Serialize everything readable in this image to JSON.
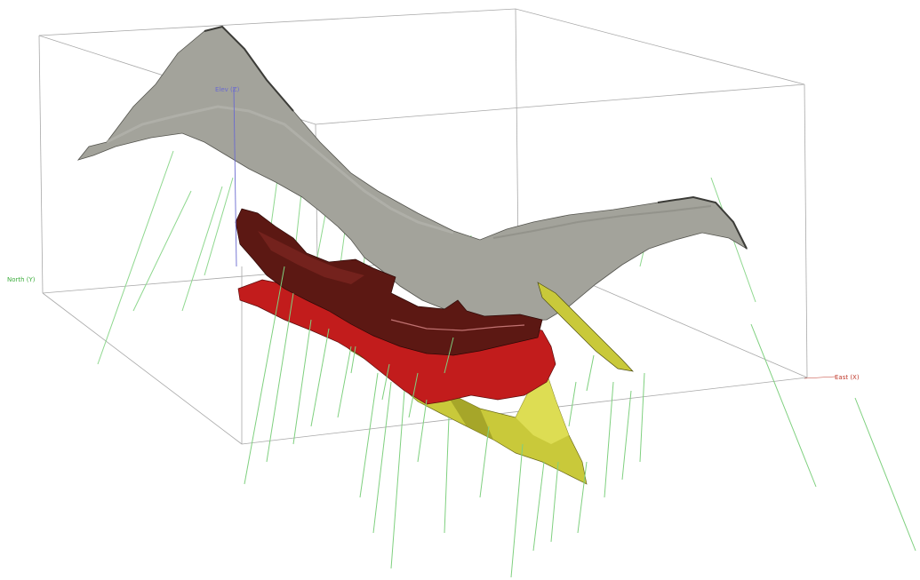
{
  "axes": {
    "up_label": "Elev (Z)",
    "north_label": "North (Y)",
    "east_label": "East (X)",
    "up_color": "#6a6ad0",
    "north_color": "#3fae3f",
    "east_color": "#c0392b"
  },
  "colors": {
    "bounding_box": "#9a9a9a",
    "topography": "#9d9d95",
    "topography_edge": "#4d4d48",
    "drillhole": "#7fd07f",
    "oxide_zone": "#5a1612",
    "ore_zone_red": "#c81d1d",
    "sulphide_zone_yellow": "#c8c83a"
  },
  "scene": {
    "description_icon": "3d-geology-model-icon"
  }
}
